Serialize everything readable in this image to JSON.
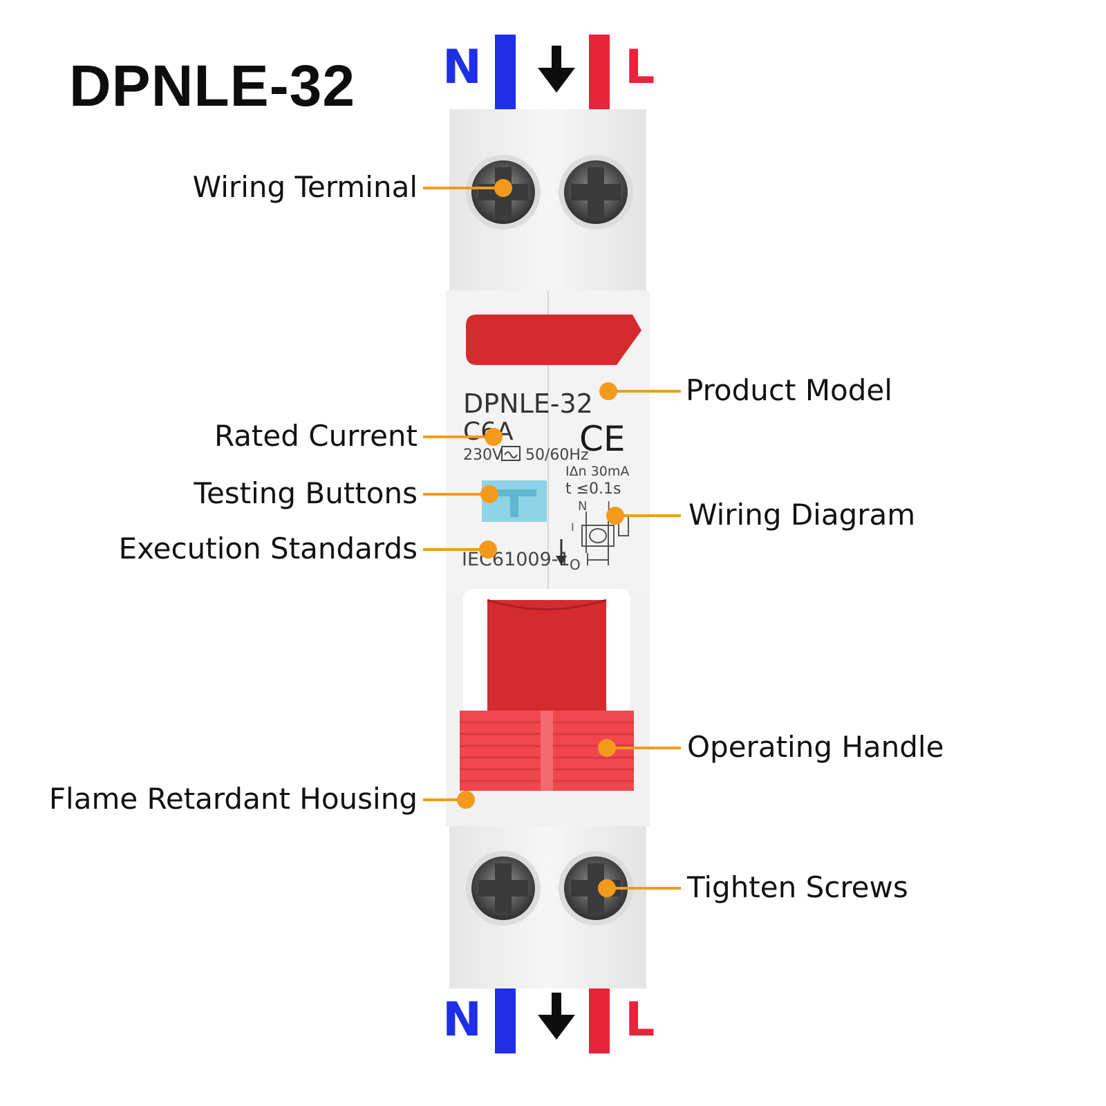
{
  "header": {
    "title": "DPNLE-32"
  },
  "wiring": {
    "neutral_letter": "N",
    "live_letter": "L",
    "neutral_color": "#1f2fe6",
    "live_color": "#e8243a",
    "arrow_color": "#0d0d0d"
  },
  "device": {
    "model_text": "DPNLE-32",
    "current_text": "C6A",
    "voltage_text": "230V",
    "frequency_text": "50/60Hz",
    "mark_text": "CE",
    "residual_text": "IΔn 30mA",
    "trip_time_text": "t ≤0.1s",
    "standard_text": "IEC61009-1",
    "diagram_n_text": "N",
    "diagram_l_text": "L",
    "diagram_i_text": "I",
    "diagram_o_text": "O",
    "housing_color": "#f0f0f0",
    "accent_red": "#d42b2f",
    "handle_red": "#f0474f",
    "test_button_color": "#8fd3e6"
  },
  "callouts": {
    "marker_color": "#f39a1d",
    "wiring_terminal": "Wiring Terminal",
    "product_model": "Product Model",
    "rated_current": "Rated Current",
    "testing_buttons": "Testing Buttons",
    "wiring_diagram": "Wiring Diagram",
    "execution_standards": "Execution Standards",
    "operating_handle": "Operating Handle",
    "flame_retardant_housing": "Flame Retardant Housing",
    "tighten_screws": "Tighten Screws"
  }
}
